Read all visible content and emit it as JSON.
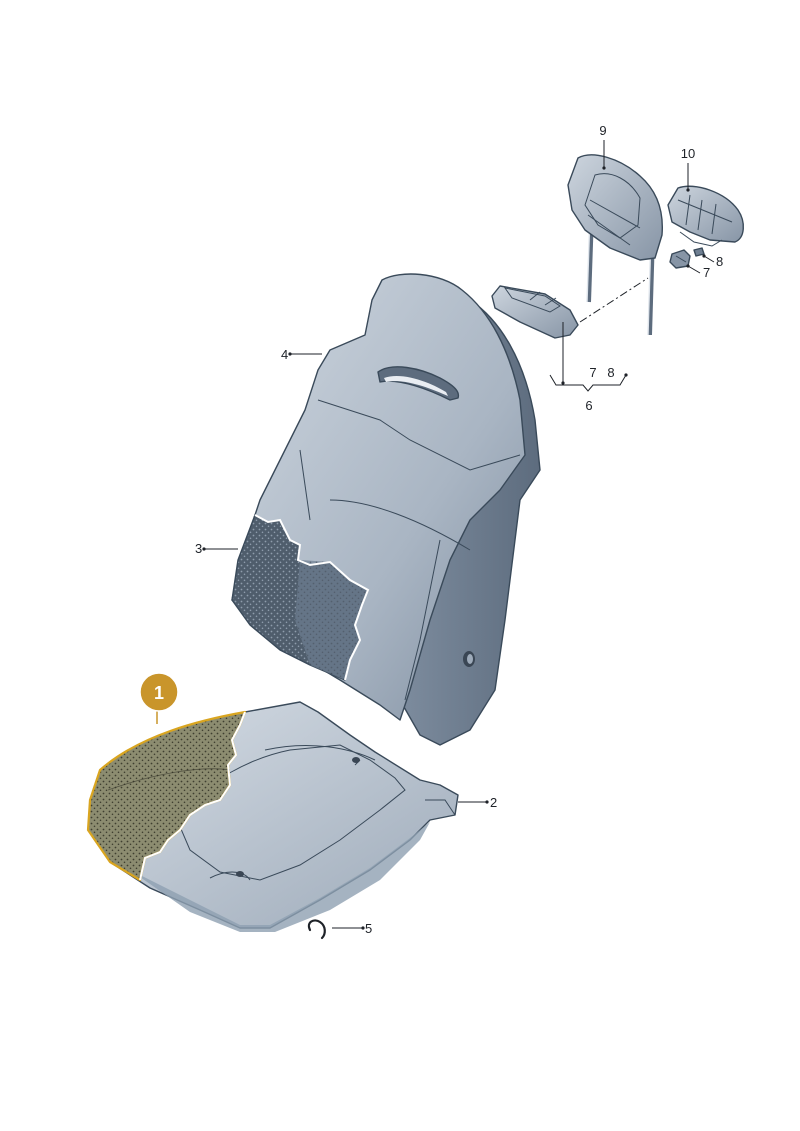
{
  "colors": {
    "part_light": "#c3ccd6",
    "part_mid": "#9eabba",
    "part_dark": "#6f7f92",
    "foam_dark": "#4f5d6c",
    "highlight_fill": "#8c8c70",
    "highlight_stroke": "#d9a520",
    "badge_fill": "#c9952b",
    "leader": "#1e2228"
  },
  "badge": {
    "label": "1"
  },
  "callouts": {
    "c2": "2",
    "c3": "3",
    "c4": "4",
    "c5": "5",
    "c6": "6",
    "c7a": "7",
    "c8a": "8",
    "c7b": "7",
    "c8b": "8",
    "c9": "9",
    "c10": "10"
  }
}
